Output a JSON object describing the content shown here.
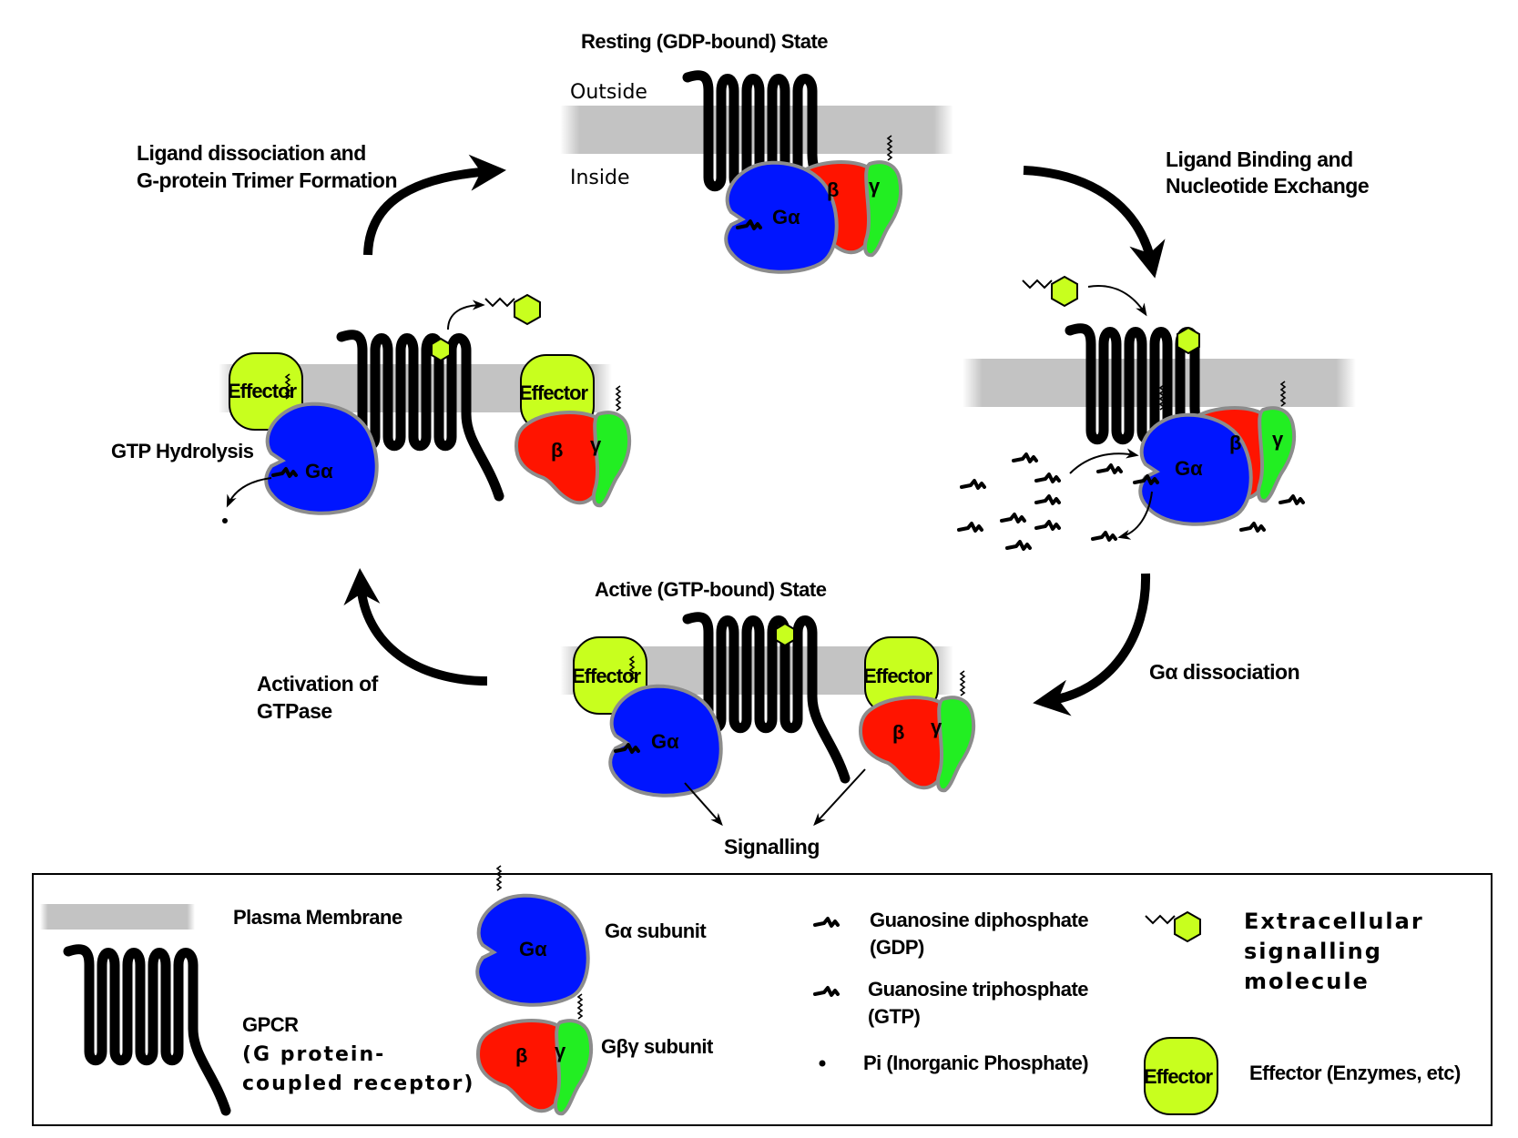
{
  "colors": {
    "membrane": "#c3c3c3",
    "g_alpha": "#0015ff",
    "beta": "#ff1400",
    "gamma": "#22ee22",
    "effector": "#c8ff1e",
    "ligand": "#c8ff1e",
    "outline": "#8c8c8c",
    "receptor": "#000000"
  },
  "diagram": {
    "states": {
      "resting": "Resting (GDP-bound) State",
      "active": "Active (GTP-bound) State"
    },
    "membrane_sides": {
      "outside": "Outside",
      "inside": "Inside"
    },
    "steps": {
      "ligand_binding": [
        "Ligand Binding and",
        "Nucleotide Exchange"
      ],
      "g_alpha_dissociation": "Gα dissociation",
      "activation_gtpase": [
        "Activation of",
        "GTPase"
      ],
      "gtp_hydrolysis": "GTP Hydrolysis",
      "trimer_formation": [
        "Ligand dissociation and",
        "G-protein Trimer Formation"
      ]
    },
    "signalling": "Signalling",
    "subunit_labels": {
      "alpha": "Gα",
      "beta": "β",
      "gamma": "γ",
      "effector": "Effector"
    }
  },
  "legend": {
    "plasma_membrane": "Plasma Membrane",
    "g_alpha_subunit": "Gα subunit",
    "g_betagamma_subunit": "Gβγ subunit",
    "gdp": [
      "Guanosine diphosphate",
      "(GDP)"
    ],
    "gtp": [
      "Guanosine triphosphate",
      "(GTP)"
    ],
    "pi": "Pi (Inorganic Phosphate)",
    "extracellular": [
      "Extracellular",
      "signalling",
      "molecule"
    ],
    "gpcr": [
      "GPCR",
      "(G protein-",
      "coupled receptor)"
    ],
    "effector": "Effector (Enzymes, etc)"
  }
}
